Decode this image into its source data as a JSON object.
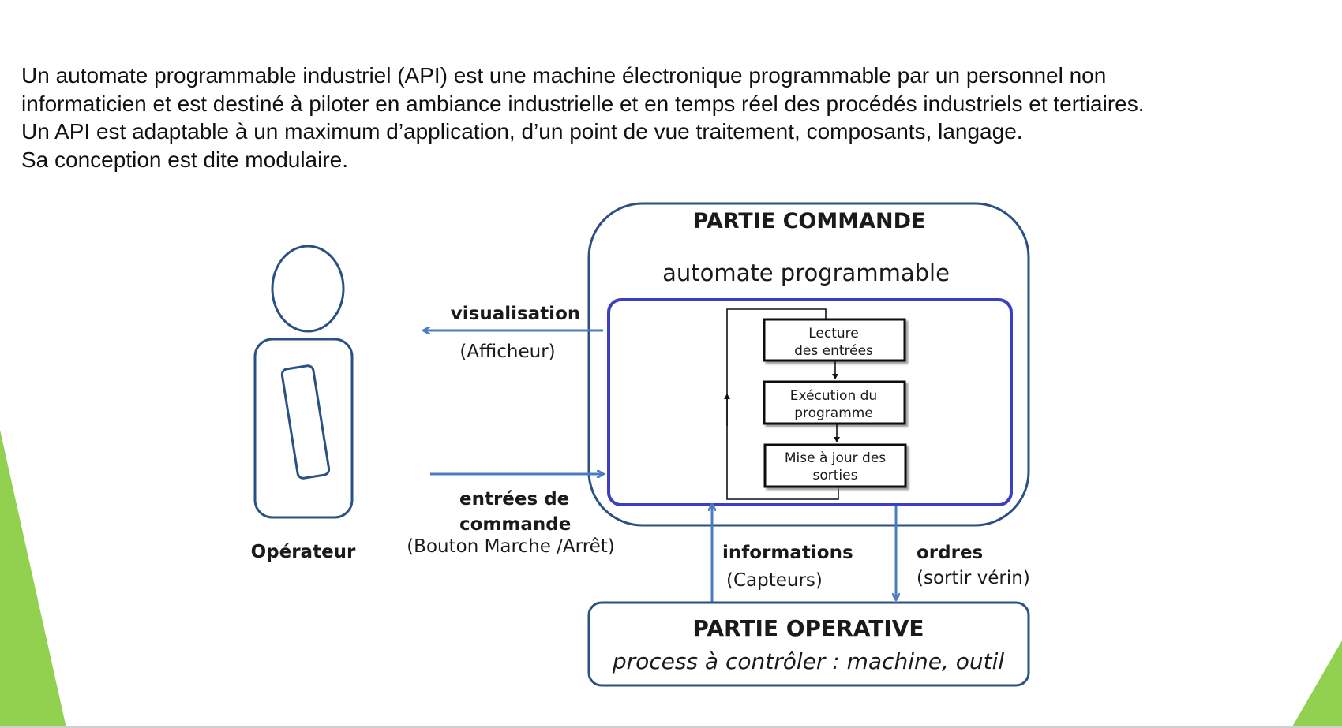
{
  "intro": {
    "lines": [
      "Un automate programmable industriel (API) est une machine électronique programmable par un personnel non",
      "informaticien et est destiné à piloter en ambiance industrielle et en temps réel des procédés industriels et tertiaires.",
      "Un API est adaptable à un maximum d’application, d’un point de vue traitement, composants, langage.",
      "Sa conception est dite modulaire."
    ]
  },
  "diagram": {
    "partie_commande": {
      "title": "PARTIE COMMANDE",
      "subtitle": "automate programmable"
    },
    "cycle": {
      "step1": [
        "Lecture",
        "des entrées"
      ],
      "step2": [
        "Exécution du",
        "programme"
      ],
      "step3": [
        "Mise à jour des",
        "sorties"
      ]
    },
    "operateur": {
      "label": "Opérateur"
    },
    "visualisation": {
      "label": "visualisation",
      "detail": "(Afficheur)"
    },
    "entrees": {
      "label_line1": "entrées de",
      "label_line2": "commande",
      "detail": "(Bouton Marche /Arrêt)"
    },
    "informations": {
      "label": "informations",
      "detail": "(Capteurs)"
    },
    "ordres": {
      "label": "ordres",
      "detail": "(sortir vérin)"
    },
    "partie_operative": {
      "title": "PARTIE OPERATIVE",
      "subtitle": "process à contrôler : machine, outil"
    }
  },
  "colors": {
    "accent_green": "#92d050",
    "outline_dark_blue": "#2a5183",
    "inner_blue": "#3b3fc2",
    "arrow_blue": "#4a7cc0"
  }
}
